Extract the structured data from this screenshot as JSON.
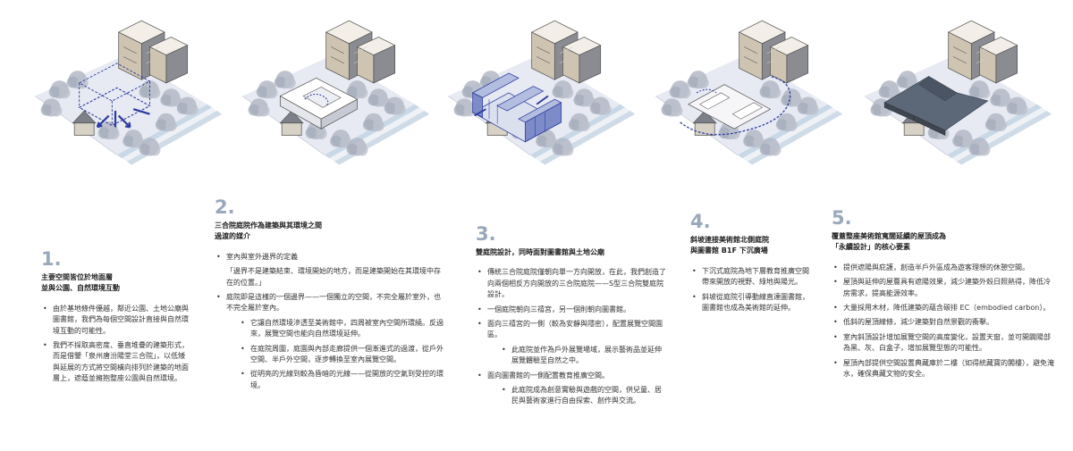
{
  "colors": {
    "ground": "#e7eaf2",
    "trees": "#aeb4c2",
    "building_light": "#f3efe8",
    "building_mid": "#cfc4b2",
    "building_dark": "#7d8088",
    "accent_blue": "#2c3a9e",
    "number_gray": "#9aa8bc",
    "roof_dark": "#5c6878"
  },
  "steps": [
    {
      "number": "1.",
      "title_lines": [
        "主要空間皆位於地面層",
        "並與公園、自然環境互動"
      ],
      "bullets": [
        {
          "text": "由於基地條件優越，鄰近公園、土地公廟與圖書館，我們為每個空間設計直接與自然環境互動的可能性。",
          "kind": "main"
        },
        {
          "text": "我們不採取高密度、垂直堆疊的建築形式，而是借鑒「泉州唐汾陽堂三合院」，以低矮與延展的方式將空間橫向排列於建築的地面層上，遮蔭並擁抱整座公園與自然環境。",
          "kind": "main"
        }
      ]
    },
    {
      "number": "2.",
      "title_lines": [
        "三合院庭院作為建築與其環境之間",
        "過渡的媒介"
      ],
      "bullets": [
        {
          "text": "室內與室外邊界的定義",
          "kind": "main"
        },
        {
          "text": "「邊界不是建築結束、環境開始的地方，而是建築開始在其環境中存在的位置。」",
          "kind": "quote"
        },
        {
          "text": "庭院即是這樣的一個邊界——一個獨立的空間，不完全屬於室外，也不完全屬於室內。",
          "kind": "main"
        },
        {
          "text": "它讓自然環境滲透至美術館中，四周被室內空間所環繞。反過來，展覽空間也能向自然環境延伸。",
          "kind": "sub"
        },
        {
          "text": "在庭院周圍，庭園與內部走廊提供一個漸進式的過渡，從戶外空間、半戶外空間，逐步轉換至室內展覽空間。",
          "kind": "sub"
        },
        {
          "text": "從明亮的光線到較為昏暗的光線——從開放的空氣到受控的環境。",
          "kind": "sub"
        }
      ]
    },
    {
      "number": "3.",
      "title_lines": [
        "雙庭院設計，同時面對圖書館與土地公廟"
      ],
      "bullets": [
        {
          "text": "傳統三合院庭院僅朝向單一方向開放，在此，我們創造了向兩個相反方向開放的三合院庭院——S型三合院雙庭院設計。",
          "kind": "main"
        },
        {
          "text": "一個庭院朝向三禧宮，另一個則朝向圖書館。",
          "kind": "main"
        },
        {
          "text": "面向三禧宮的一側（較為安靜與隱密），配置展覽空間園區。",
          "kind": "main"
        },
        {
          "text": "此庭院並作為戶外展覽場域，展示藝術品並延伸展覽體驗至自然之中。",
          "kind": "sub"
        },
        {
          "text": "面向圖書館的一側配置教育推廣空間。",
          "kind": "main"
        },
        {
          "text": "此庭院成為創意實驗與遊戲的空間，供兒童、居民與藝術家進行自由探索、創作與交流。",
          "kind": "sub"
        }
      ]
    },
    {
      "number": "4.",
      "title_lines": [
        "斜坡連接美術館北側庭院",
        "與圖書館 B1F 下沉廣場"
      ],
      "bullets": [
        {
          "text": "下沉式庭院為地下層教育推廣空間帶來開放的視野、綠地與陽光。",
          "kind": "main"
        },
        {
          "text": "斜坡從庭院引導動線直達圖書館，圖書館也成為美術館的延伸。",
          "kind": "main"
        }
      ]
    },
    {
      "number": "5.",
      "title_lines": [
        "覆蓋整座美術館寬闊延續的屋頂成為",
        "「永續設計」的核心要素"
      ],
      "bullets": [
        {
          "text": "提供遮陽與庇護，創造半戶外區成為遊客理想的休憩空間。",
          "kind": "main"
        },
        {
          "text": "屋頂與延伸的屋簷具有遮陽效果，減少建築外殼日照熱得，降低冷房需求，提高能源效率。",
          "kind": "main"
        },
        {
          "text": "大量採用木材，降低建築的蘊含碳排 EC（embodied carbon）。",
          "kind": "main"
        },
        {
          "text": "低斜的屋頂線條，減少建築對自然景觀的衝擊。",
          "kind": "main"
        },
        {
          "text": "室內斜頂設計增加展覽空間的高度變化，設置天窗，並可開闢陽部為黑、灰、白盒子，增加展覽型態的可能性。",
          "kind": "main"
        },
        {
          "text": "屋頂內部提供空間設置典藏庫於二樓（如得統藏寶的閣樓），避免淹水，確保典藏文物的安全。",
          "kind": "main"
        }
      ]
    }
  ]
}
